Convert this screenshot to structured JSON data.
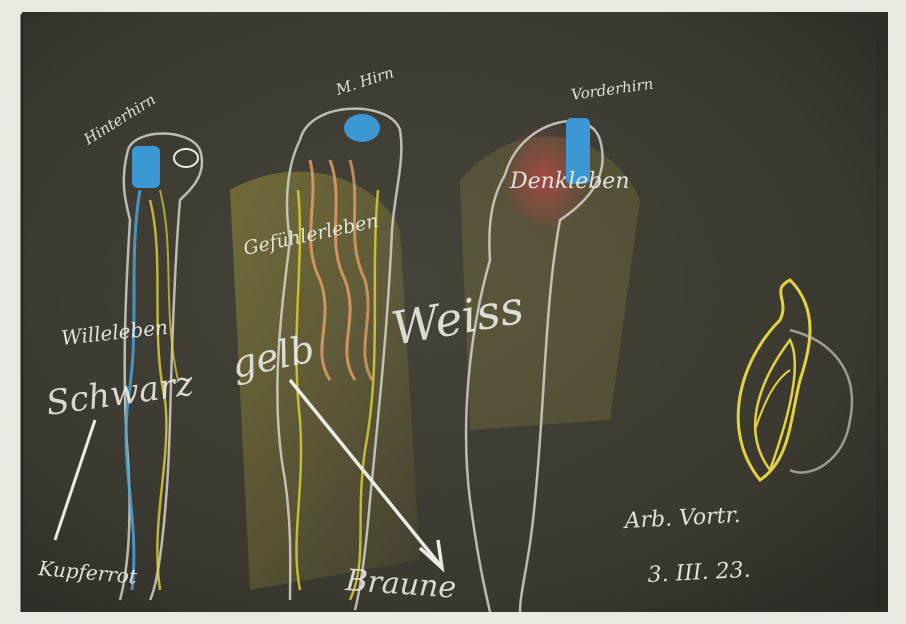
{
  "colors": {
    "paper": "#e9e6df",
    "board": "#3d3b32",
    "board_dark": "#2f2d27",
    "chalk_white": "#ecebe3",
    "chalk_yellow": "#e3d33b",
    "chalk_blue": "#3c98d4",
    "chalk_orange": "#e8a36a",
    "chalk_red": "#b44a43"
  },
  "labels": {
    "hinterhirn": "Hinterhirn",
    "mittelhirn": "M. Hirn",
    "vorderhirn": "Vorderhirn",
    "gefuehlerleben": "Gefühlerleben",
    "denkerleben": "Denkleben",
    "wille": "Willeleben",
    "schwarz": "Schwarz",
    "gelb": "gelb",
    "weiss": "Weiss",
    "kupfer": "Kupferrot",
    "braune": "Braune",
    "note_line1": "Arb. Vortr.",
    "note_line2": "3. III. 23."
  }
}
